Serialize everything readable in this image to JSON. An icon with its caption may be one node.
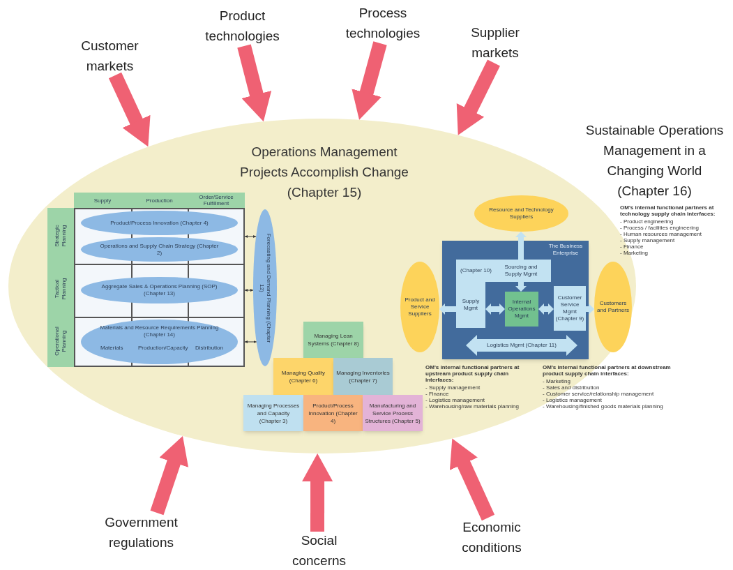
{
  "diagram": {
    "nodes": [
      {
        "text": [
          "Operations Management Projects Accomplish Change (Chapter 15)"
        ]
      },
      {
        "text": [
          "Customer markets"
        ]
      },
      {
        "text": [
          "Product technologies"
        ]
      },
      {
        "text": [
          "Process technologies"
        ]
      },
      {
        "text": [
          "Supplier markets"
        ]
      },
      {
        "text": [
          "Government regulations"
        ]
      },
      {
        "text": [
          "Social concerns"
        ]
      },
      {
        "text": [
          "Economic conditions"
        ]
      },
      {
        "text": [],
        "shape": "box",
        "in": 0
      },
      {
        "text": [
          "Product/Process Innovation (Chapter 4)"
        ],
        "in": 8
      },
      {
        "text": [
          "Operations and Supply Chain Strategy (Chapter 2)"
        ],
        "in": 8
      },
      {
        "text": [
          "Aggregate Sales & Operations Planning (SOP) (Chapter 13)"
        ],
        "in": 8
      },
      {
        "text": [
          "Materials and Resource Requirements Planning (Chapter 14)",
          "Materials",
          "Production/Capacity",
          "Distribution"
        ],
        "in": 8
      },
      {
        "text": [
          "Forecasting and Demand Planning (Chapter 12)"
        ],
        "in": 0
      },
      {
        "text": [
          "Managing Lean Systems (Chapter 8)"
        ],
        "in": 0
      },
      {
        "text": [
          "Managing Quality (Chapter 6)"
        ],
        "in": 0
      },
      {
        "text": [
          "Managing Inventories (Chapter 7)"
        ],
        "in": 0
      },
      {
        "text": [
          "Managing Processes and Capacity (Chapter 3)"
        ],
        "in": 0
      },
      {
        "text": [
          "Product/Process Innovation (Chapter 4)"
        ],
        "in": 0
      },
      {
        "text": [
          "Manufacturing and Service Process Structures (Chapter 5)"
        ],
        "in": 0
      },
      {
        "text": [
          "Resource and Technology Suppliers"
        ],
        "in": 0
      },
      {
        "text": [
          "Product and Service Suppliers"
        ],
        "in": 0
      },
      {
        "text": [
          "Customers and Partners"
        ],
        "in": 0
      },
      {
        "text": [
          "The Business Enterprise"
        ],
        "in": 0
      },
      {
        "text": [
          "(Chapter 10)",
          "Sourcing and Supply Mgmt"
        ],
        "in": 23
      },
      {
        "text": [
          "Supply Mgmt"
        ],
        "in": 23
      },
      {
        "text": [
          "Internal Operations Mgmt"
        ],
        "in": 23
      },
      {
        "text": [
          "Customer Service Mgmt (Chapter 9)"
        ],
        "in": 23
      },
      {
        "text": [
          "Logistics Mgmt (Chapter 11)"
        ],
        "in": 23
      }
    ],
    "edges": [
      {
        "from": 1,
        "to": 0,
        "arrow": "to",
        "style": "thick"
      },
      {
        "from": 2,
        "to": 0,
        "arrow": "to",
        "style": "thick"
      },
      {
        "from": 3,
        "to": 0,
        "arrow": "to",
        "style": "thick"
      },
      {
        "from": 4,
        "to": 0,
        "arrow": "to",
        "style": "thick"
      },
      {
        "from": 5,
        "to": 0,
        "arrow": "to",
        "style": "thick"
      },
      {
        "from": 6,
        "to": 0,
        "arrow": "to",
        "style": "thick"
      },
      {
        "from": 7,
        "to": 0,
        "arrow": "to",
        "style": "thick"
      },
      {
        "from": 8,
        "to": 13,
        "arrow": "both",
        "color": "#333333"
      },
      {
        "from": 8,
        "to": 13,
        "arrow": "both",
        "color": "#333333"
      },
      {
        "from": 8,
        "to": 13,
        "arrow": "both",
        "color": "#333333"
      },
      {
        "from": 24,
        "to": 20,
        "arrow": "to",
        "color": "#c2e2f2"
      },
      {
        "from": 24,
        "to": 26,
        "arrow": "to",
        "color": "#c2e2f2"
      },
      {
        "from": 25,
        "to": 21,
        "arrow": "to",
        "color": "#c2e2f2"
      },
      {
        "from": 25,
        "to": 26,
        "arrow": "both",
        "color": "#c2e2f2"
      },
      {
        "from": 26,
        "to": 27,
        "arrow": "both",
        "color": "#c2e2f2"
      },
      {
        "from": 27,
        "to": 22,
        "arrow": "to",
        "color": "#c2e2f2"
      }
    ],
    "labels": [
      "Sustainable Operations Management in a Changing World (Chapter 16)",
      "Supply",
      "Production",
      "Order/Service Fulfillment",
      "Strategic Planning",
      "Tactical Planning",
      "Operational Planning",
      "OM's internal functional partners at technology supply chain interfaces:",
      "- Product engineering",
      "- Process / facilities engineering",
      "- Human resources management",
      "- Supply management",
      "- Finance",
      "- Marketing",
      "OM's internal functional partners at upstream product supply chain interfaces:",
      "- Supply management",
      "- Finance",
      "- Logistics management",
      "- Warehousing/raw materials planning",
      "OM's internal functional partners at downstream product supply chain interfaces:",
      "- Marketing",
      "- Sales and distribution",
      "- Customer service/relationship management",
      "- Logistics management",
      "- Warehousing/finished goods materials planning"
    ]
  }
}
